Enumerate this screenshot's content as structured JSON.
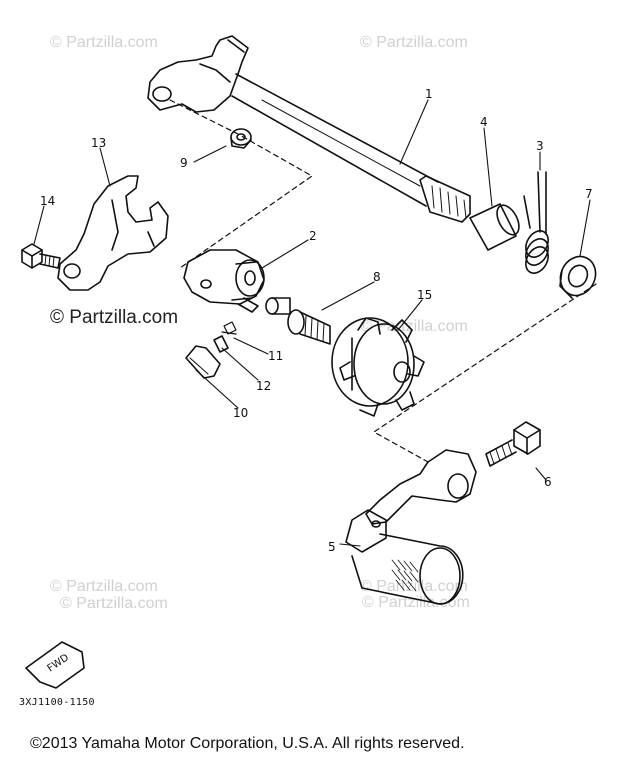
{
  "watermarks": {
    "faint": [
      "© Partzilla.com",
      "© Partzilla.com",
      "© Partzilla.com",
      "© Partzilla.com",
      "© Partzilla.com",
      "© Partzilla.com",
      "© Partzilla.com"
    ],
    "strong": "© Partzilla.com"
  },
  "callouts": [
    "1",
    "2",
    "3",
    "4",
    "5",
    "6",
    "7",
    "8",
    "9",
    "10",
    "11",
    "12",
    "13",
    "14",
    "15"
  ],
  "fwd_badge": "FWD",
  "diagram_code": "3XJ1100-1150",
  "copyright": "©2013  Yamaha Motor Corporation, U.S.A. All rights reserved."
}
